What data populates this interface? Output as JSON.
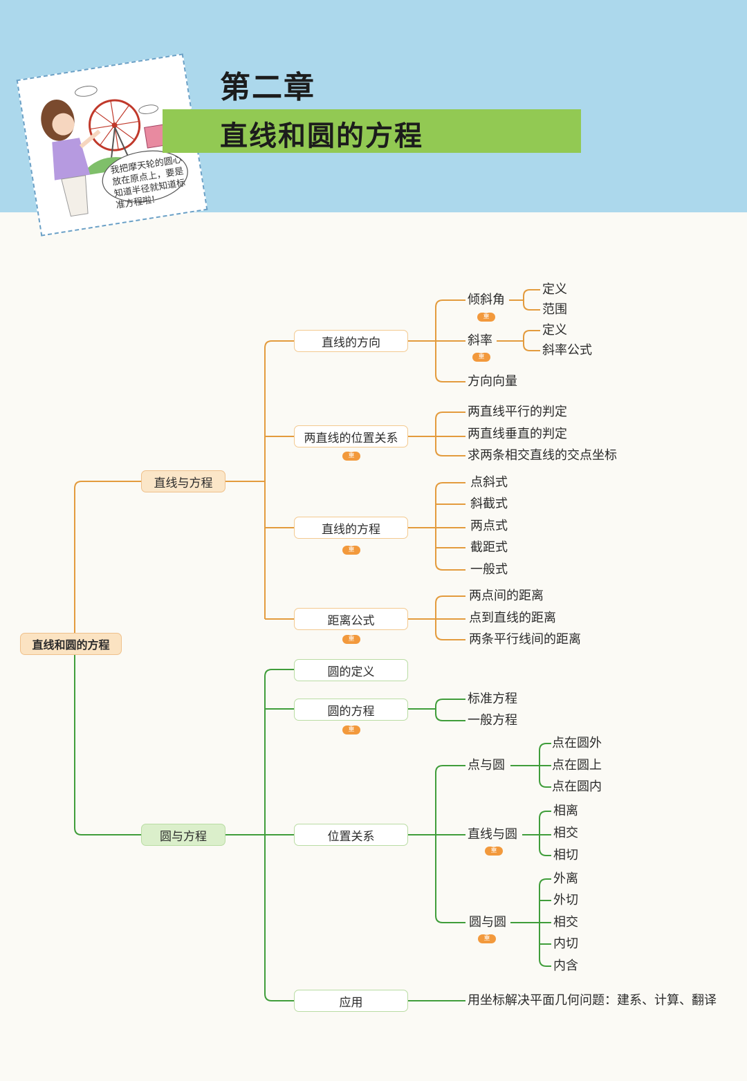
{
  "header": {
    "chapter_label": "第二章",
    "chapter_title": "直线和圆的方程",
    "bubble_lines": [
      "我把摩天轮的圆心",
      "放在原点上，要是",
      "知道半径就知道标",
      "准方程啦!"
    ]
  },
  "badge_text": "重",
  "colors": {
    "header_bg": "#acd8ec",
    "title_bar": "#92c953",
    "line_branch": "#e39b3d",
    "circle_branch": "#3f9d3a",
    "badge": "#f2993c"
  },
  "mindmap": {
    "root": "直线和圆的方程",
    "line_branch": {
      "label": "直线与方程",
      "direction": {
        "label": "直线的方向",
        "inclination": {
          "label": "倾斜角",
          "items": [
            "定义",
            "范围"
          ]
        },
        "slope": {
          "label": "斜率",
          "items": [
            "定义",
            "斜率公式"
          ]
        },
        "vector": "方向向量"
      },
      "position": {
        "label": "两直线的位置关系",
        "items": [
          "两直线平行的判定",
          "两直线垂直的判定",
          "求两条相交直线的交点坐标"
        ]
      },
      "equation": {
        "label": "直线的方程",
        "items": [
          "点斜式",
          "斜截式",
          "两点式",
          "截距式",
          "一般式"
        ]
      },
      "distance": {
        "label": "距离公式",
        "items": [
          "两点间的距离",
          "点到直线的距离",
          "两条平行线间的距离"
        ]
      }
    },
    "circle_branch": {
      "label": "圆与方程",
      "definition": "圆的定义",
      "equation": {
        "label": "圆的方程",
        "items": [
          "标准方程",
          "一般方程"
        ]
      },
      "relation": {
        "label": "位置关系",
        "point_circle": {
          "label": "点与圆",
          "items": [
            "点在圆外",
            "点在圆上",
            "点在圆内"
          ]
        },
        "line_circle": {
          "label": "直线与圆",
          "items": [
            "相离",
            "相交",
            "相切"
          ]
        },
        "circle_circle": {
          "label": "圆与圆",
          "items": [
            "外离",
            "外切",
            "相交",
            "内切",
            "内含"
          ]
        }
      },
      "application": {
        "label": "应用",
        "detail": "用坐标解决平面几何问题：建系、计算、翻译"
      }
    }
  }
}
